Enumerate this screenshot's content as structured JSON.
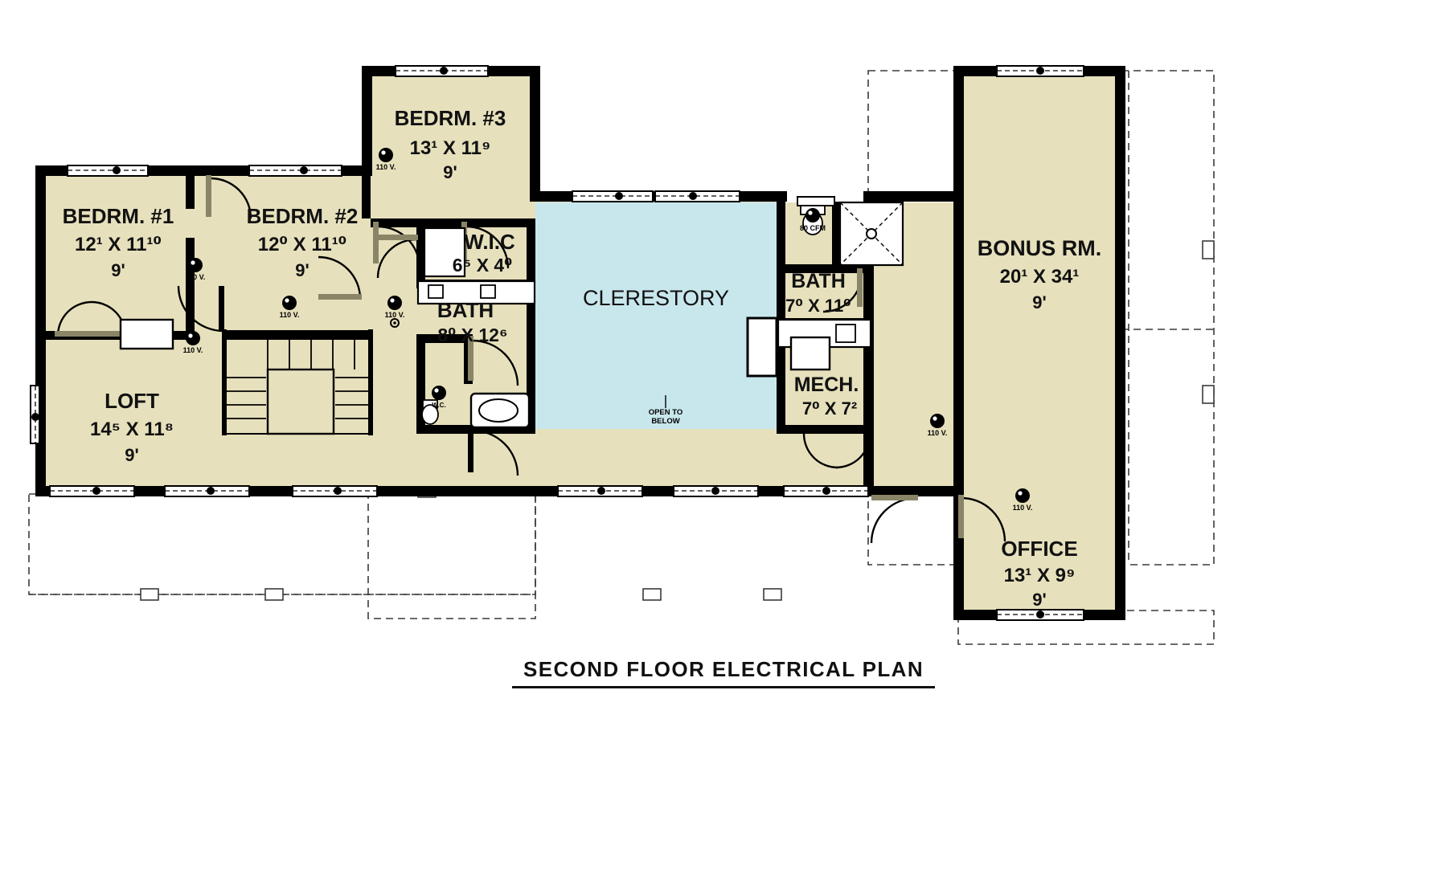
{
  "plan": {
    "title": "SECOND FLOOR ELECTRICAL PLAN",
    "colors": {
      "wall": "#000000",
      "floor_fill": "#e6e0bc",
      "clerestory_fill": "#c8e7ec",
      "white": "#ffffff",
      "dashed_guide": "#2b2b2b"
    }
  },
  "rooms": [
    {
      "id": "bedrm1",
      "name": "BEDRM. #1",
      "dim": "12¹ X 11¹⁰",
      "ceiling": "9'"
    },
    {
      "id": "bedrm2",
      "name": "BEDRM. #2",
      "dim": "12⁰ X 11¹⁰",
      "ceiling": "9'"
    },
    {
      "id": "bedrm3",
      "name": "BEDRM. #3",
      "dim": "13¹ X 11⁹",
      "ceiling": "9'"
    },
    {
      "id": "loft",
      "name": "LOFT",
      "dim": "14⁵ X 11⁸",
      "ceiling": "9'"
    },
    {
      "id": "wic",
      "name": "W.I.C",
      "dim": "6⁵ X 4⁰",
      "ceiling": ""
    },
    {
      "id": "bath_hall",
      "name": "BATH",
      "dim": "8⁰ X 12⁶",
      "ceiling": ""
    },
    {
      "id": "clerestory",
      "name": "CLERESTORY",
      "dim": "",
      "ceiling": ""
    },
    {
      "id": "bath_right",
      "name": "BATH",
      "dim": "7⁰ X 11⁰",
      "ceiling": ""
    },
    {
      "id": "mech",
      "name": "MECH.",
      "dim": "7⁰ X 7²",
      "ceiling": ""
    },
    {
      "id": "bonus",
      "name": "BONUS RM.",
      "dim": "20¹ X 34¹",
      "ceiling": "9'"
    },
    {
      "id": "office",
      "name": "OFFICE",
      "dim": "13¹ X 9⁹",
      "ceiling": "9'"
    }
  ],
  "annotations": {
    "open_to_below_line1": "OPEN TO",
    "open_to_below_line2": "BELOW",
    "fan_label_80": "80 CFM",
    "fan_label_110": "110 V.",
    "wc_label": "W.C."
  },
  "fixture_icons": {
    "ceiling_fan": "ceiling-fan-icon",
    "exhaust_fan": "exhaust-fan-icon",
    "recessed_light": "recessed-light-icon",
    "smoke_detector": "smoke-detector-icon",
    "skylight": "skylight-icon",
    "toilet": "toilet-icon",
    "tub": "bathtub-icon",
    "sink": "sink-icon",
    "shower": "shower-icon",
    "stairs": "stairs-icon",
    "door_swing": "door-swing-icon",
    "window": "window-icon"
  }
}
